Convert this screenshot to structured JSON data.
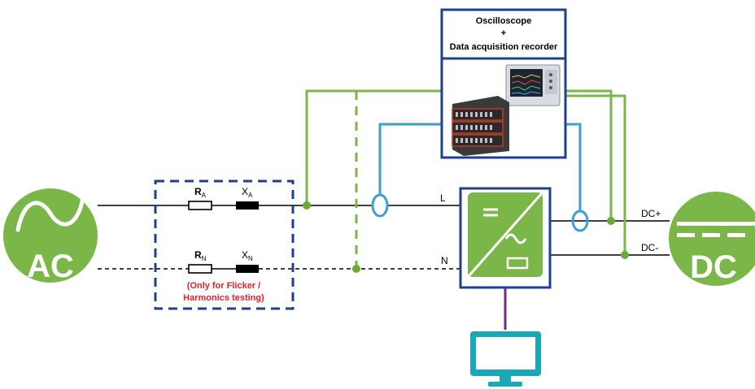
{
  "ac_source": {
    "label": "AC"
  },
  "dc_source": {
    "label": "DC"
  },
  "recorder": {
    "line1": "Oscilloscope",
    "line2": "+",
    "line3": "Data acquisition recorder"
  },
  "impedance": {
    "ra_main": "R",
    "ra_sub": "A",
    "xa_main": "X",
    "xa_sub": "A",
    "rn_main": "R",
    "rn_sub": "N",
    "xn_main": "X",
    "xn_sub": "N",
    "note_line1": "(Only for Flicker /",
    "note_line2": "Harmonics testing)"
  },
  "lines": {
    "l_label": "L",
    "n_label": "N",
    "dc_plus": "DC+",
    "dc_minus": "DC-"
  },
  "colors": {
    "green": "#7ab648",
    "green_dot": "#6bab35",
    "blue": "#3a9fd6",
    "navy": "#1f3f8f",
    "purple": "#6a2c91",
    "teal": "#1aa7b8",
    "red_note": "#e8202a"
  }
}
